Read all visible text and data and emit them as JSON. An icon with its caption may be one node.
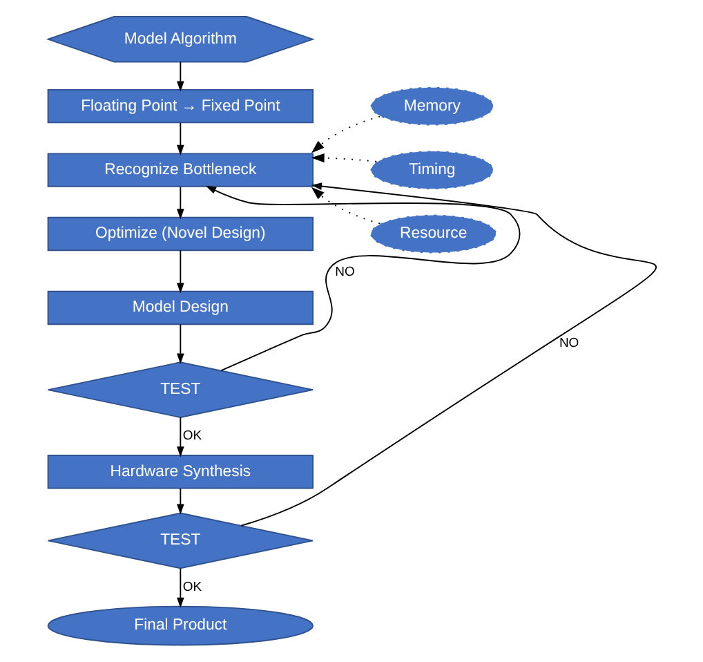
{
  "diagram": {
    "nodes": [
      {
        "text": [
          "Model Algorithm"
        ]
      },
      {
        "text": [
          "Floating Point → Fixed Point"
        ]
      },
      {
        "text": [
          "Recognize Bottleneck"
        ]
      },
      {
        "text": [
          "Optimize (Novel Design)"
        ]
      },
      {
        "text": [
          "Model Design"
        ]
      },
      {
        "text": [
          "TEST"
        ]
      },
      {
        "text": [
          "Hardware Synthesis"
        ]
      },
      {
        "text": [
          "TEST"
        ]
      },
      {
        "text": [
          "Final Product"
        ]
      },
      {
        "text": [
          "Memory"
        ]
      },
      {
        "text": [
          "Timing"
        ]
      },
      {
        "text": [
          "Resource"
        ]
      }
    ],
    "edges": [
      {
        "from": 0,
        "to": 1,
        "arrow": "to"
      },
      {
        "from": 1,
        "to": 2,
        "arrow": "to"
      },
      {
        "from": 2,
        "to": 3,
        "arrow": "to"
      },
      {
        "from": 3,
        "to": 4,
        "arrow": "to"
      },
      {
        "from": 4,
        "to": 5,
        "arrow": "to"
      },
      {
        "from": 5,
        "to": 6,
        "arrow": "to",
        "label": "OK"
      },
      {
        "from": 5,
        "to": 2,
        "arrow": "to",
        "label": "NO"
      },
      {
        "from": 6,
        "to": 7,
        "arrow": "to"
      },
      {
        "from": 7,
        "to": 8,
        "arrow": "to",
        "label": "OK"
      },
      {
        "from": 7,
        "to": 2,
        "arrow": "to",
        "label": "NO"
      },
      {
        "from": 9,
        "to": 2,
        "arrow": "to",
        "style": "dashed"
      },
      {
        "from": 10,
        "to": 2,
        "arrow": "to",
        "style": "dashed"
      },
      {
        "from": 11,
        "to": 2,
        "arrow": "to",
        "style": "dashed"
      }
    ]
  }
}
